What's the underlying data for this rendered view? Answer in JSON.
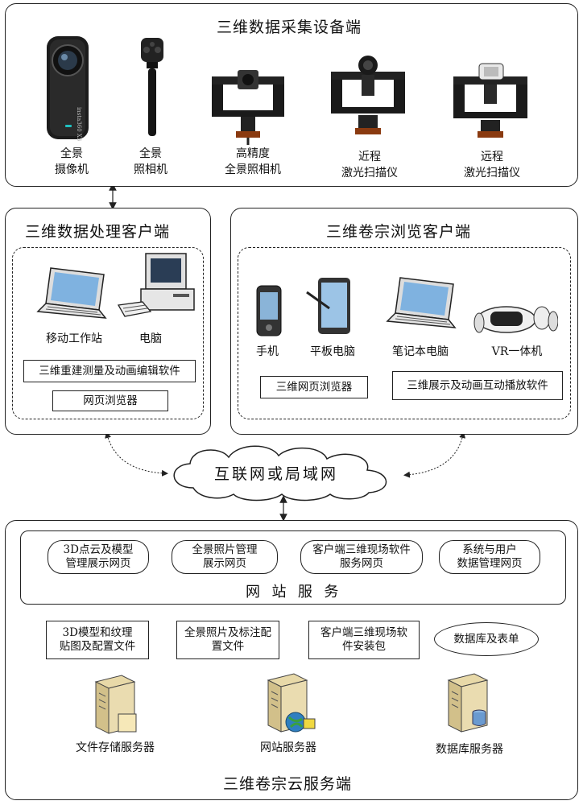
{
  "acquisition": {
    "title": "三维数据采集设备端",
    "devices": [
      {
        "line1": "全景",
        "line2": "摄像机"
      },
      {
        "line1": "全景",
        "line2": "照相机"
      },
      {
        "line1": "高精度",
        "line2": "全景照相机"
      },
      {
        "line1": "近程",
        "line2": "激光扫描仪"
      },
      {
        "line1": "远程",
        "line2": "激光扫描仪"
      }
    ]
  },
  "processing": {
    "title": "三维数据处理客户端",
    "devices": [
      "移动工作站",
      "电脑"
    ],
    "software": "三维重建测量及动画编辑软件",
    "browser": "网页浏览器"
  },
  "browsing": {
    "title": "三维卷宗浏览客户端",
    "devices": [
      "手机",
      "平板电脑",
      "笔记本电脑",
      "VR一体机"
    ],
    "browser": "三维网页浏览器",
    "software": "三维展示及动画互动播放软件"
  },
  "network": {
    "label": "互联网或局域网"
  },
  "cloud": {
    "title": "三维卷宗云服务端",
    "website": {
      "title": "网  站  服  务",
      "pages": [
        {
          "line1": "3D点云及模型",
          "line2": "管理展示网页"
        },
        {
          "line1": "全景照片管理",
          "line2": "展示网页"
        },
        {
          "line1": "客户端三维现场软件",
          "line2": "服务网页"
        },
        {
          "line1": "系统与用户",
          "line2": "数据管理网页"
        }
      ]
    },
    "files": [
      {
        "line1": "3D模型和纹理",
        "line2": "贴图及配置文件"
      },
      {
        "line1": "全景照片及标注配",
        "line2": "置文件"
      },
      {
        "line1": "客户端三维现场软",
        "line2": "件安装包"
      }
    ],
    "database": "数据库及表单",
    "servers": [
      "文件存储服务器",
      "网站服务器",
      "数据库服务器"
    ]
  }
}
